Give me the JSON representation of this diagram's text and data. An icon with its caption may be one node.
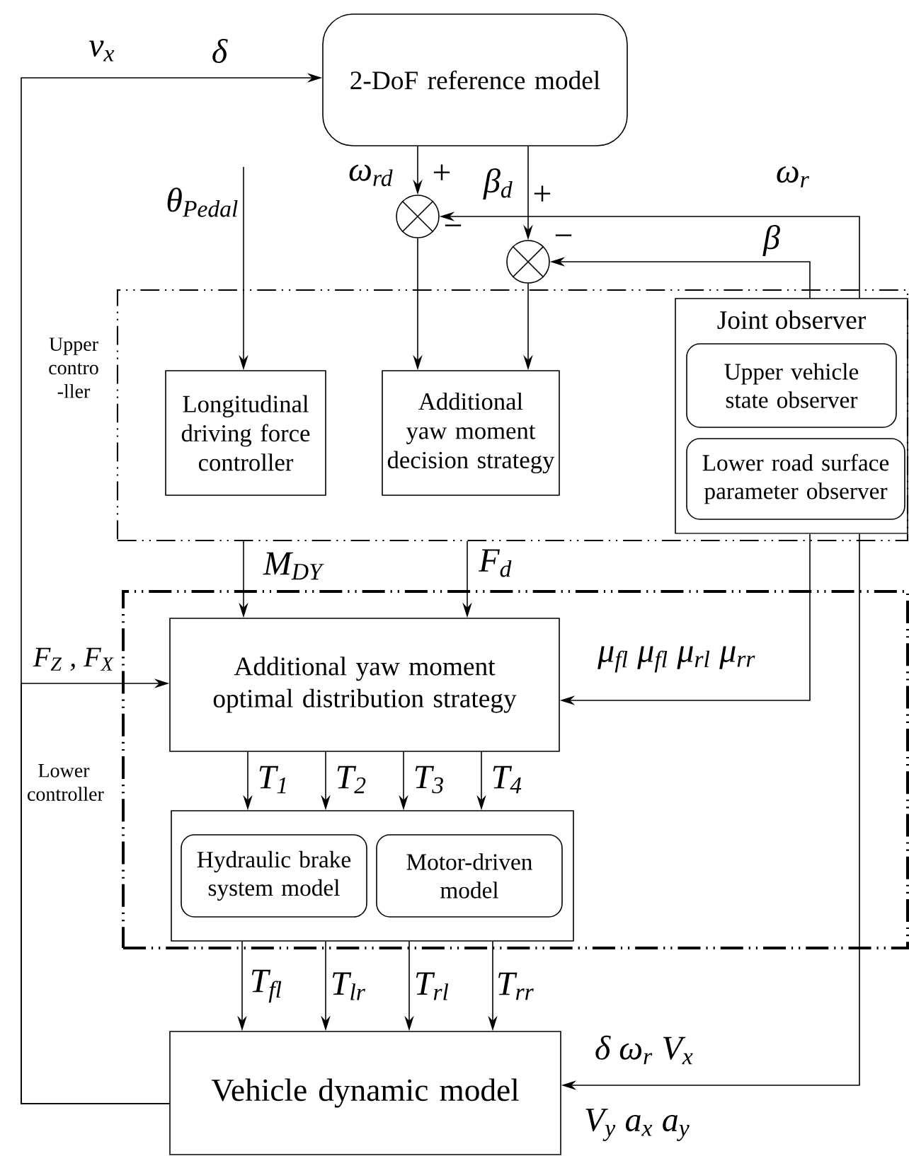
{
  "diagram": {
    "nodes": [
      {
        "text": [
          "2-DoF reference model"
        ]
      },
      {
        "text": [],
        "shape": "circle"
      },
      {
        "text": [],
        "shape": "circle"
      },
      {
        "text": [
          "Upper contro -ller"
        ]
      },
      {
        "text": [
          "Longitudinal driving force controller"
        ],
        "in": 3
      },
      {
        "text": [
          "Additional yaw moment decision strategy"
        ],
        "in": 3
      },
      {
        "text": [
          "Joint observer"
        ],
        "in": 3
      },
      {
        "text": [
          "Upper vehicle state observer"
        ],
        "in": 6
      },
      {
        "text": [
          "Lower road surface parameter observer"
        ],
        "in": 6
      },
      {
        "text": [
          "Lower controller"
        ]
      },
      {
        "text": [
          "Additional yaw moment optimal distribution strategy"
        ],
        "in": 9
      },
      {
        "text": [],
        "shape": "box",
        "in": 9
      },
      {
        "text": [
          "Hydraulic brake system model"
        ],
        "in": 11
      },
      {
        "text": [
          "Motor-driven model"
        ],
        "in": 11
      },
      {
        "text": [
          "Vehicle dynamic model"
        ]
      }
    ],
    "edges": [
      {
        "from": 14,
        "to": 0,
        "arrow": "to"
      },
      {
        "from": 14,
        "to": 10,
        "arrow": "to",
        "label": "F$_{Z}$ , F$_{X}$"
      },
      {
        "from": null,
        "to": 4,
        "arrow": "to",
        "label": "θ$_{Pedal}$"
      },
      {
        "from": 0,
        "to": 1,
        "arrow": "to",
        "label": "ω$_{rd}$"
      },
      {
        "from": 0,
        "to": 2,
        "arrow": "to",
        "label": "β$_{d}$"
      },
      {
        "from": 6,
        "to": 1,
        "arrow": "to",
        "label": "ω$_{r}$"
      },
      {
        "from": 6,
        "to": 2,
        "arrow": "to",
        "label": "β"
      },
      {
        "from": 1,
        "to": 5,
        "arrow": "to"
      },
      {
        "from": 2,
        "to": 5,
        "arrow": "to"
      },
      {
        "from": 3,
        "to": 10,
        "arrow": "to",
        "label": "M$_{DY}$"
      },
      {
        "from": 3,
        "to": 10,
        "arrow": "to",
        "label": "F$_{d}$"
      },
      {
        "from": 6,
        "to": 10,
        "arrow": "to",
        "label": "μ$_{fl}$ μ$_{fl}$ μ$_{rl}$ μ$_{rr}$"
      },
      {
        "from": 10,
        "to": 11,
        "arrow": "to",
        "label": "T$_{1}$"
      },
      {
        "from": 10,
        "to": 11,
        "arrow": "to",
        "label": "T$_{2}$"
      },
      {
        "from": 10,
        "to": 11,
        "arrow": "to",
        "label": "T$_{3}$"
      },
      {
        "from": 10,
        "to": 11,
        "arrow": "to",
        "label": "T$_{4}$"
      },
      {
        "from": 11,
        "to": 14,
        "arrow": "to",
        "label": "T$_{fl}$"
      },
      {
        "from": 11,
        "to": 14,
        "arrow": "to",
        "label": "T$_{lr}$"
      },
      {
        "from": 11,
        "to": 14,
        "arrow": "to",
        "label": "T$_{rl}$"
      },
      {
        "from": 11,
        "to": 14,
        "arrow": "to",
        "label": "T$_{rr}$"
      },
      {
        "from": 6,
        "to": 14,
        "arrow": "to",
        "label": "δ ω$_{r}$ V$_{x}$"
      }
    ],
    "labels": [
      "v$_{x}$",
      "δ",
      "+",
      "−",
      "+",
      "−",
      "V$_{y}$ a$_{x}$ a$_{y}$"
    ]
  }
}
